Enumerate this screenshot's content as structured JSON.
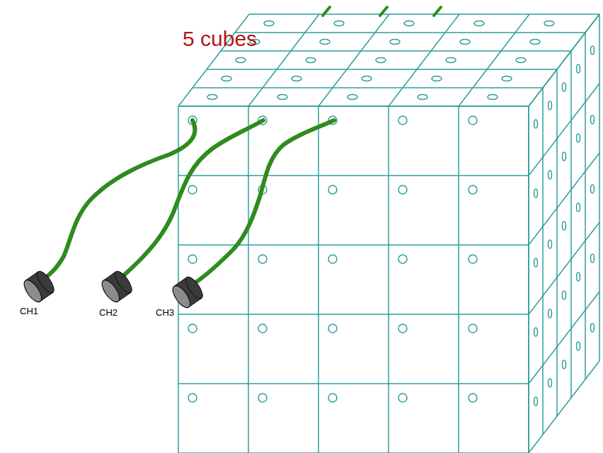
{
  "diagram": {
    "labels": [
      "5 cubes",
      "CH1",
      "CH2",
      "CH3"
    ]
  }
}
